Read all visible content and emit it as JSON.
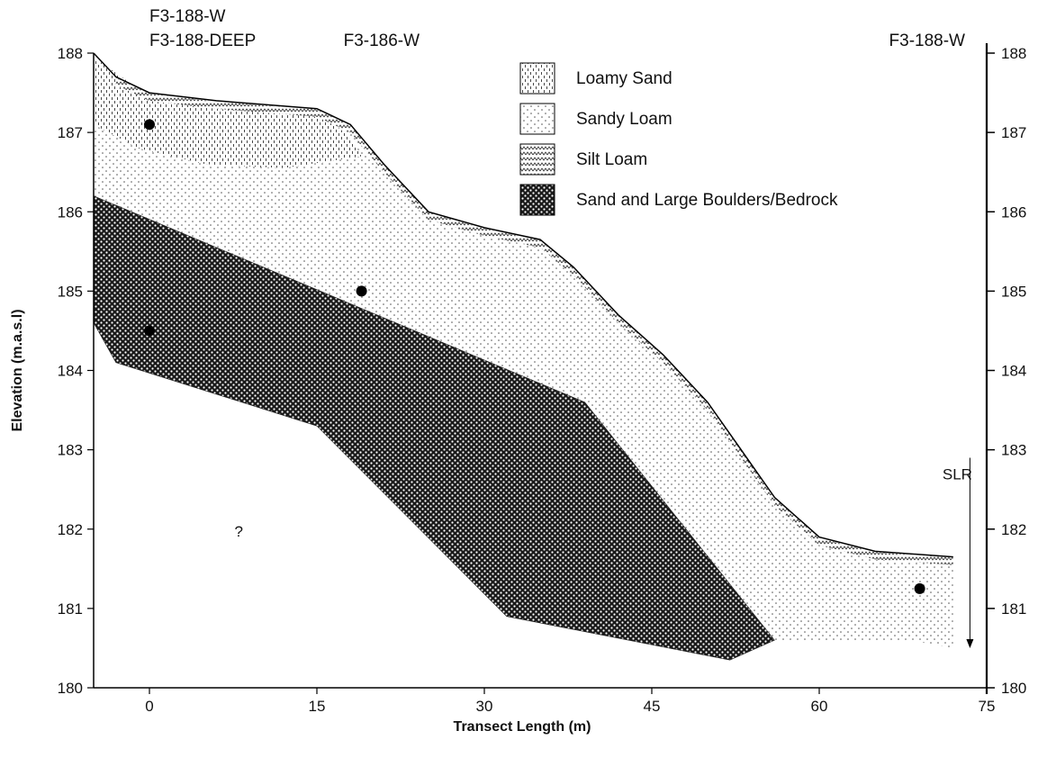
{
  "chart_data": {
    "type": "area",
    "title": "",
    "xlabel": "Transect Length (m)",
    "ylabel": "Elevation (m.a.s.l)",
    "xlim": [
      -5,
      75
    ],
    "ylim": [
      180,
      188
    ],
    "x_ticks": [
      0,
      15,
      30,
      45,
      60,
      75
    ],
    "y_ticks": [
      180,
      181,
      182,
      183,
      184,
      185,
      186,
      187,
      188
    ],
    "right_axis_ticks": [
      180,
      181,
      182,
      183,
      184,
      185,
      186,
      187,
      188
    ],
    "legend_position": "top-right",
    "well_labels": [
      {
        "text": "F3-188-W",
        "x": 0
      },
      {
        "text": "F3-188-DEEP",
        "x": 0
      },
      {
        "text": "F3-186-W",
        "x": 19
      },
      {
        "text": "F3-188-W",
        "x": 69
      }
    ],
    "legend": [
      {
        "label": "Loamy Sand",
        "pattern": "loamy-sand"
      },
      {
        "label": "Sandy Loam",
        "pattern": "sandy-loam"
      },
      {
        "label": "Silt Loam",
        "pattern": "silt-loam"
      },
      {
        "label": "Sand and Large Boulders/Bedrock",
        "pattern": "bedrock"
      }
    ],
    "ground_surface": [
      [
        -5,
        188
      ],
      [
        -3,
        187.7
      ],
      [
        0,
        187.5
      ],
      [
        6,
        187.4
      ],
      [
        15,
        187.3
      ],
      [
        18,
        187.1
      ],
      [
        21,
        186.6
      ],
      [
        25,
        186.0
      ],
      [
        30,
        185.8
      ],
      [
        35,
        185.65
      ],
      [
        38,
        185.3
      ],
      [
        42,
        184.7
      ],
      [
        46,
        184.2
      ],
      [
        50,
        183.6
      ],
      [
        53,
        183.0
      ],
      [
        56,
        182.4
      ],
      [
        60,
        181.9
      ],
      [
        65,
        181.72
      ],
      [
        72,
        181.65
      ]
    ],
    "layers": [
      {
        "name": "Loamy Sand",
        "pattern": "loamy-sand",
        "polygon": [
          [
            -5,
            187.95
          ],
          [
            0,
            187.45
          ],
          [
            10,
            187.32
          ],
          [
            15,
            187.25
          ],
          [
            18,
            186.95
          ],
          [
            19,
            186.7
          ],
          [
            12,
            186.55
          ],
          [
            5,
            186.6
          ],
          [
            -1,
            186.8
          ],
          [
            -5,
            187.1
          ]
        ]
      },
      {
        "name": "Sandy Loam",
        "pattern": "sandy-loam",
        "polygon": [
          [
            -5,
            188
          ],
          [
            -3,
            187.7
          ],
          [
            0,
            187.5
          ],
          [
            6,
            187.4
          ],
          [
            15,
            187.3
          ],
          [
            18,
            187.1
          ],
          [
            21,
            186.6
          ],
          [
            25,
            186.0
          ],
          [
            30,
            185.8
          ],
          [
            35,
            185.65
          ],
          [
            38,
            185.3
          ],
          [
            42,
            184.7
          ],
          [
            46,
            184.2
          ],
          [
            50,
            183.6
          ],
          [
            53,
            183.0
          ],
          [
            56,
            182.4
          ],
          [
            60,
            181.9
          ],
          [
            65,
            181.72
          ],
          [
            72,
            181.65
          ],
          [
            72,
            180.5
          ],
          [
            68,
            180.6
          ],
          [
            60,
            180.6
          ],
          [
            56,
            180.6
          ],
          [
            39,
            183.6
          ],
          [
            -5,
            186.2
          ]
        ]
      },
      {
        "name": "Sand and Large Boulders/Bedrock",
        "pattern": "bedrock",
        "polygon": [
          [
            -5,
            186.2
          ],
          [
            39,
            183.6
          ],
          [
            56,
            180.6
          ],
          [
            52,
            180.35
          ],
          [
            32,
            180.9
          ],
          [
            15,
            183.3
          ],
          [
            -3,
            184.1
          ],
          [
            -5,
            184.6
          ]
        ]
      }
    ],
    "silt_loam_surface_band": {
      "pattern": "silt-loam",
      "follows": "ground_surface",
      "from_x": -3,
      "to_x": 72
    },
    "wells": [
      {
        "x": 0,
        "elevation": 187.1
      },
      {
        "x": 19,
        "elevation": 185.0
      },
      {
        "x": 0,
        "elevation": 184.5
      },
      {
        "x": 69,
        "elevation": 181.25
      }
    ],
    "annotations": [
      {
        "text": "?",
        "x": 8,
        "y": 182
      }
    ],
    "slr": {
      "label": "SLR",
      "x": 73.5,
      "y_from": 182.9,
      "y_to": 180.5
    }
  }
}
